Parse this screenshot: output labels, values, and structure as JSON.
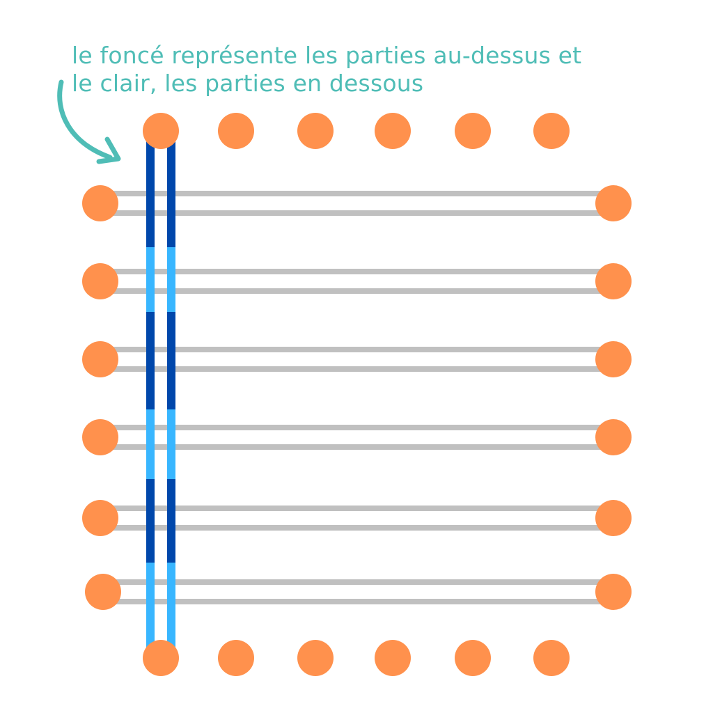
{
  "caption": {
    "line1": "le foncé représente les parties au-dessus et",
    "line2": "le clair, les parties en dessous"
  },
  "colors": {
    "dot": "#ff914d",
    "weft": "#c0c0c0",
    "warp_dark": "#0047ab",
    "warp_light": "#38b6ff",
    "annotation": "#4fbdb6"
  },
  "diagram": {
    "top_pegs": 6,
    "bottom_pegs": 6,
    "left_pegs": 6,
    "right_pegs": 6,
    "weft_rows": 6,
    "warp_pattern": [
      "dark",
      "light",
      "dark",
      "light",
      "dark",
      "light"
    ]
  }
}
